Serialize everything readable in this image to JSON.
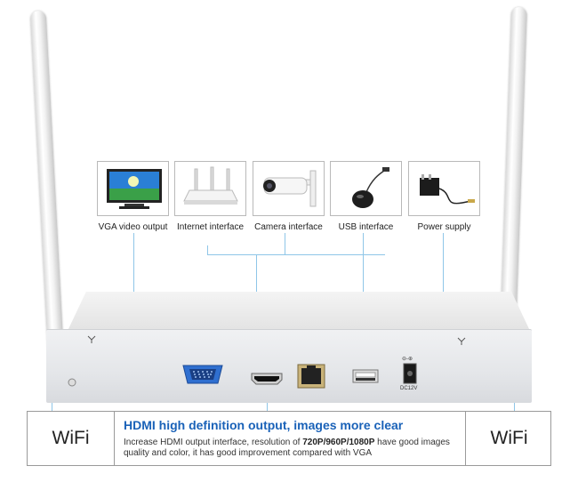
{
  "interfaces": [
    {
      "label": "VGA video output"
    },
    {
      "label": "Internet interface"
    },
    {
      "label": "Camera interface"
    },
    {
      "label": "USB interface"
    },
    {
      "label": "Power supply"
    }
  ],
  "device": {
    "dc_label": "DC12V"
  },
  "bottom_bar": {
    "left_label": "WiFi",
    "right_label": "WiFi",
    "headline": "HDMI high definition output, images more clear",
    "desc_prefix": "Increase HDMI output interface, resolution of ",
    "desc_resolutions": "720P/960P/1080P",
    "desc_suffix": " have good images quality and color, it has good improvement compared with VGA"
  },
  "colors": {
    "headline": "#1a62b8",
    "connector_line": "#8fc6e8"
  }
}
